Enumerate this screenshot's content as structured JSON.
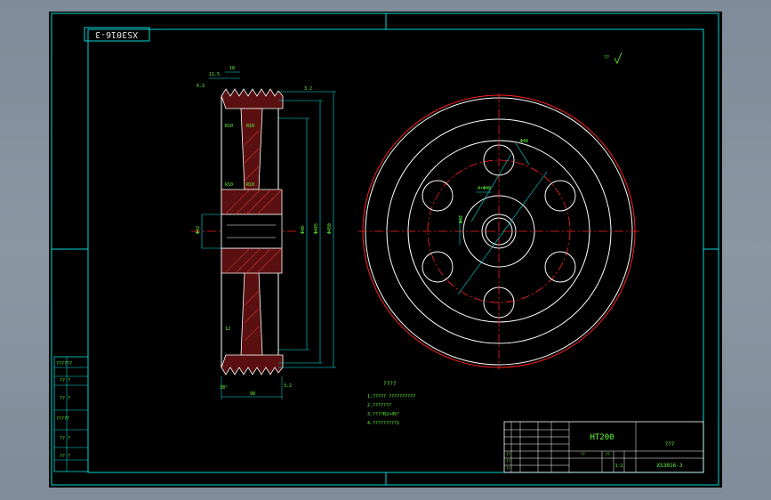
{
  "title_block": {
    "drawing_number_rotated": "XS3016-3",
    "drawing_number": "XS3016-3",
    "material": "HT200",
    "name": "???",
    "scale": "1:1",
    "sheet_cells": [
      "??",
      "??",
      "??",
      "??",
      "??"
    ]
  },
  "notes": {
    "heading": "????",
    "lines": [
      "1.????? ??????????",
      "2.???????",
      "3.????R2×45°",
      "4.?????????1"
    ]
  },
  "side_table": {
    "rows": [
      "??????",
      "?? ?",
      "?? ?",
      "?????",
      "?? ?",
      "?? ?"
    ]
  },
  "roughness_note": "?? ",
  "dimensions": {
    "hub_dia": "Φ40",
    "pitch_dia": "Φ445",
    "outer_dia": "Φ450",
    "bore_dim": "Φ42",
    "hole_dia": "Φ48",
    "hole_count": "4×Φ48",
    "groove_angle": "38°",
    "width": "98",
    "small_dims": [
      "18",
      "11.5",
      "6.3",
      "3.2",
      "3.2",
      "R10",
      "R10",
      "R10",
      "R10",
      "12"
    ]
  },
  "colors": {
    "border": "#00d7d7",
    "outline": "#ffffff",
    "center": "#ff2020",
    "dim": "#00e5e5",
    "text": "#66ff33",
    "hatch": "#cc3333"
  }
}
